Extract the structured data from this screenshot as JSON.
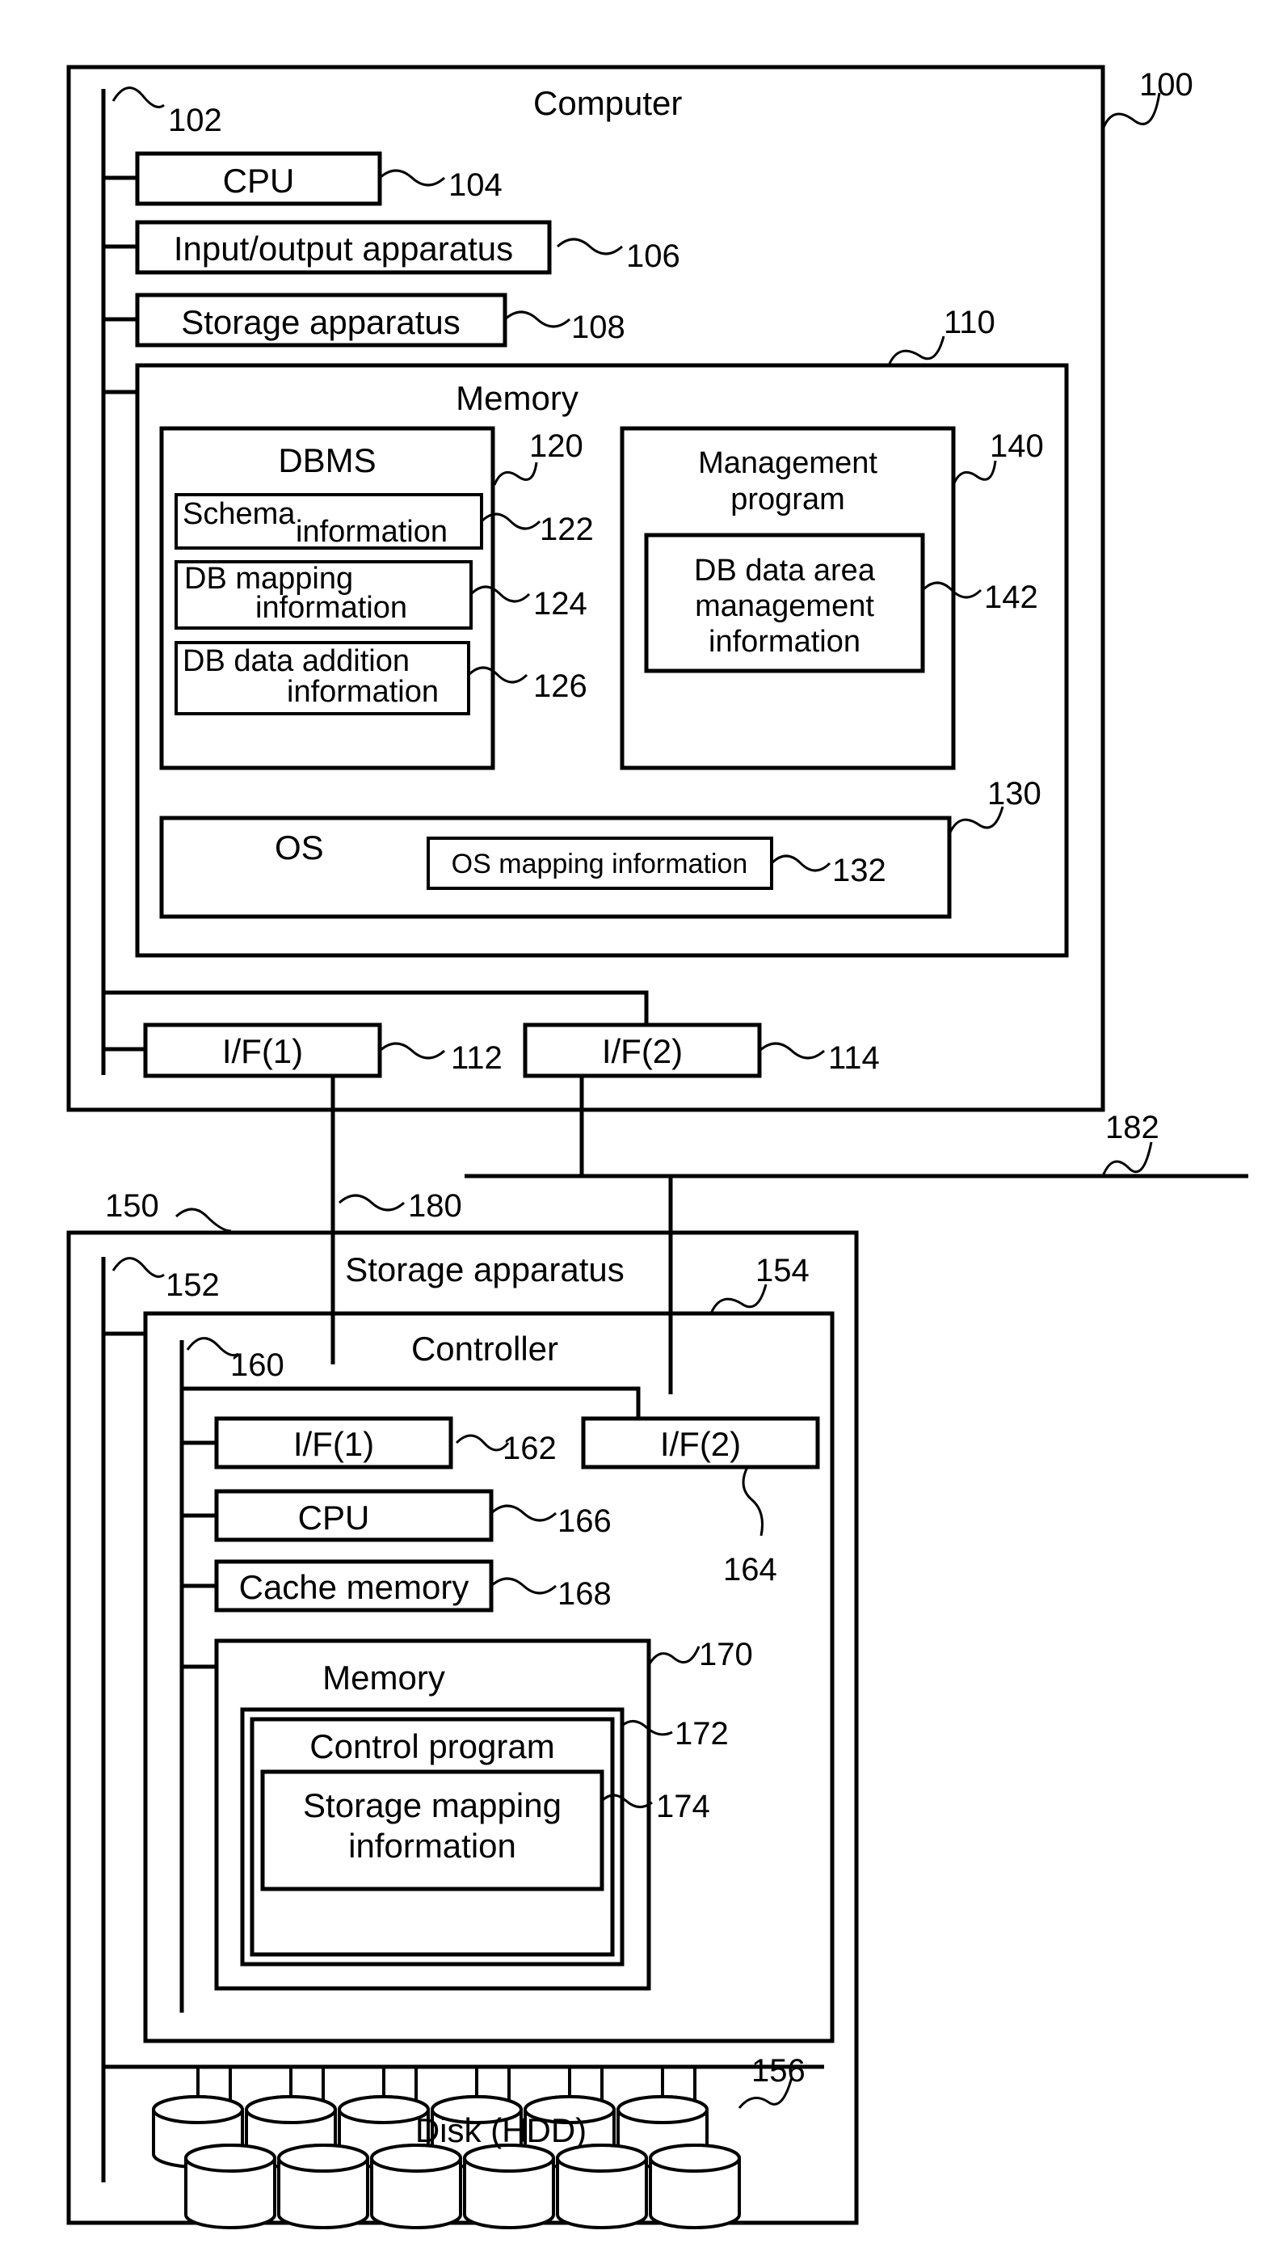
{
  "computer": {
    "title": "Computer",
    "ref": "100",
    "bus_ref": "102",
    "cpu": {
      "label": "CPU",
      "ref": "104"
    },
    "io": {
      "label": "Input/output apparatus",
      "ref": "106"
    },
    "storage": {
      "label": "Storage apparatus",
      "ref": "108"
    },
    "memory": {
      "title": "Memory",
      "ref": "110",
      "dbms": {
        "title": "DBMS",
        "ref": "120",
        "schema": {
          "line1": "Schema",
          "line2": "information",
          "ref": "122"
        },
        "db_mapping": {
          "line1": "DB mapping",
          "line2": "information",
          "ref": "124"
        },
        "db_addition": {
          "line1": "DB data addition",
          "line2": "information",
          "ref": "126"
        }
      },
      "mgmt": {
        "line1": "Management",
        "line2": "program",
        "ref": "140",
        "area": {
          "line1": "DB data area",
          "line2": "management",
          "line3": "information",
          "ref": "142"
        }
      },
      "os": {
        "title": "OS",
        "ref": "130",
        "mapping": {
          "label": "OS mapping information",
          "ref": "132"
        }
      }
    },
    "if1": {
      "label": "I/F(1)",
      "ref": "112"
    },
    "if2": {
      "label": "I/F(2)",
      "ref": "114"
    }
  },
  "network": {
    "ref_180": "180",
    "ref_182": "182"
  },
  "storage_apparatus": {
    "title": "Storage apparatus",
    "ref": "150",
    "bus_ref": "152",
    "controller": {
      "title": "Controller",
      "ref": "154",
      "bus_ref": "160",
      "if1": {
        "label": "I/F(1)",
        "ref": "162"
      },
      "if2": {
        "label": "I/F(2)",
        "ref": "164"
      },
      "cpu": {
        "label": "CPU",
        "ref": "166"
      },
      "cache": {
        "label": "Cache memory",
        "ref": "168"
      },
      "memory": {
        "title": "Memory",
        "ref": "170",
        "control_program": {
          "title": "Control program",
          "ref": "172",
          "storage_mapping": {
            "line1": "Storage mapping",
            "line2": "information",
            "ref": "174"
          }
        }
      }
    },
    "disk": {
      "label": "Disk (HDD)",
      "ref": "156"
    }
  }
}
